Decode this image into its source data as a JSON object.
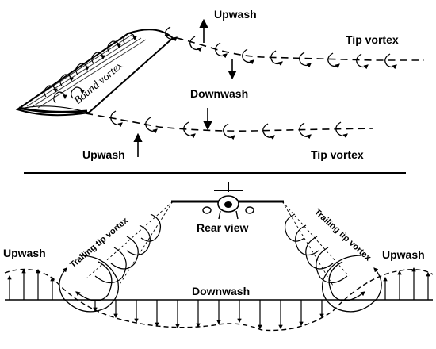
{
  "wing_view": {
    "bound_vortex_label": "Bound vortex",
    "upwash_top_label": "Upwash",
    "downwash_label": "Downwash",
    "upwash_bottom_label": "Upwash",
    "tip_vortex_top_label": "Tip vortex",
    "tip_vortex_bottom_label": "Tip vortex"
  },
  "rear_view": {
    "title": "Rear view",
    "trailing_left_label": "Trailing tip vortex",
    "trailing_right_label": "Trailing tip vortex",
    "upwash_left_label": "Upwash",
    "upwash_right_label": "Upwash",
    "downwash_label": "Downwash"
  },
  "colors": {
    "ink": "#000000",
    "background": "#ffffff"
  }
}
